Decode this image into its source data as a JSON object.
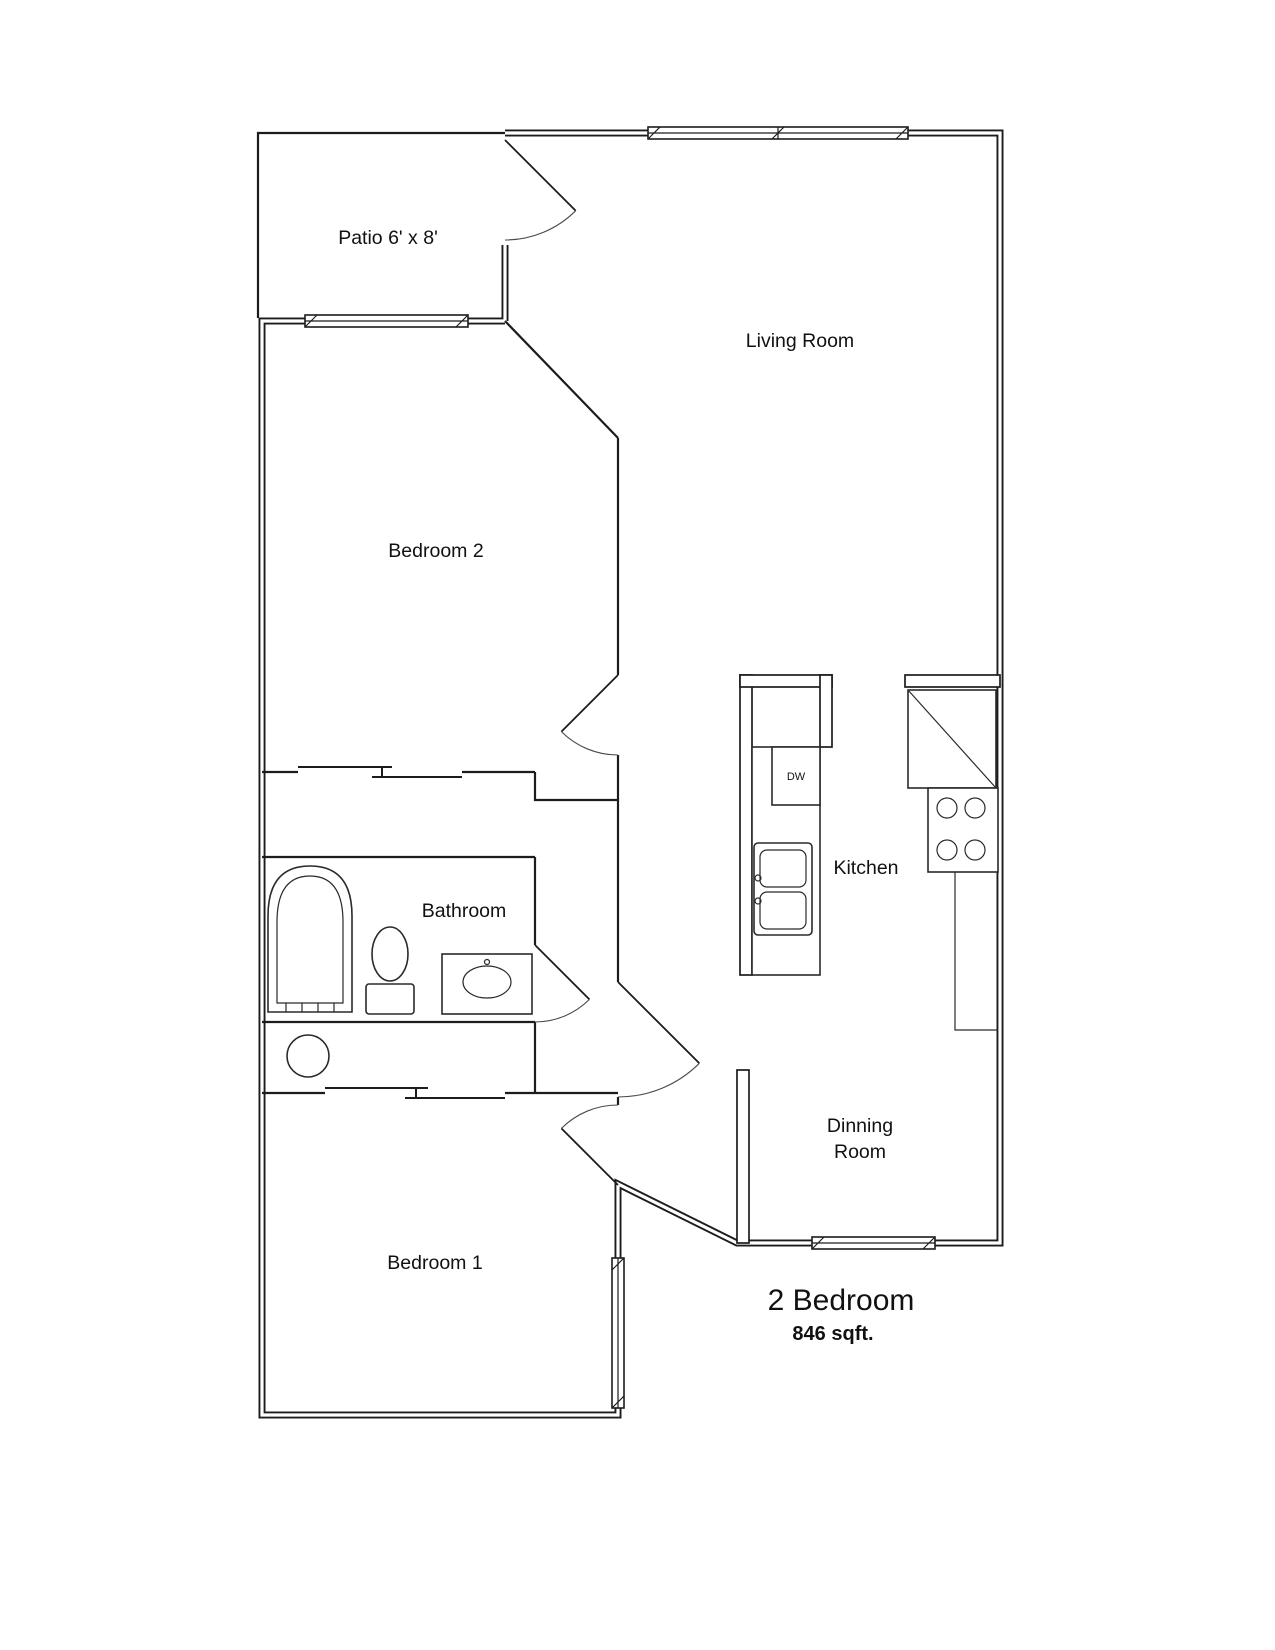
{
  "plan": {
    "patio": "Patio 6' x 8'",
    "living_room": "Living Room",
    "bedroom_2": "Bedroom 2",
    "bathroom": "Bathroom",
    "kitchen": "Kitchen",
    "dishwasher": "DW",
    "dining_room_line1": "Dinning",
    "dining_room_line2": "Room",
    "bedroom_1": "Bedroom 1",
    "title": "2 Bedroom",
    "area": "846 sqft."
  },
  "colors": {
    "wall": "#1c1c1c",
    "background": "#ffffff"
  }
}
